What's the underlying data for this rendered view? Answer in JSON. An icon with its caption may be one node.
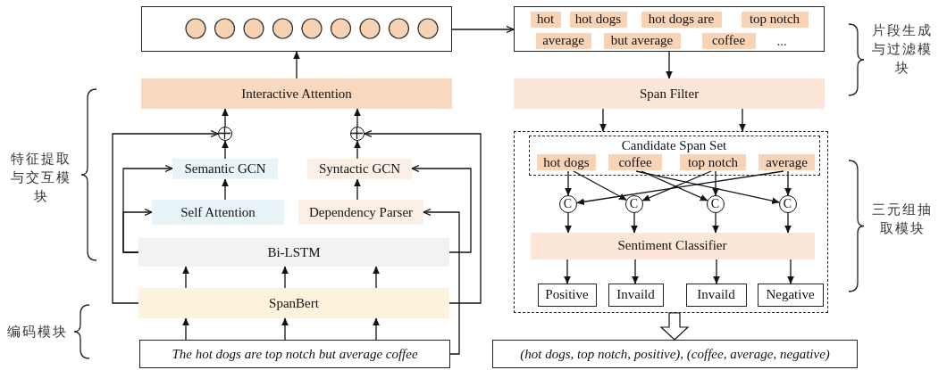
{
  "diagram": {
    "nodes": [
      {
        "text": [],
        "shape": "box"
      },
      {
        "text": [],
        "shape": "box"
      },
      {
        "text": [
          "hot"
        ],
        "in": 1
      },
      {
        "text": [
          "hot dogs"
        ],
        "in": 1
      },
      {
        "text": [
          "hot dogs are"
        ],
        "in": 1
      },
      {
        "text": [
          "top notch"
        ],
        "in": 1
      },
      {
        "text": [
          "average"
        ],
        "in": 1
      },
      {
        "text": [
          "but average"
        ],
        "in": 1
      },
      {
        "text": [
          "coffee"
        ],
        "in": 1
      },
      {
        "text": [
          "Interactive Attention"
        ]
      },
      {
        "text": [
          "Span Filter"
        ]
      },
      {
        "text": [],
        "shape": "circle"
      },
      {
        "text": [],
        "shape": "circle"
      },
      {
        "text": [
          "Semantic GCN"
        ]
      },
      {
        "text": [
          "Syntactic GCN"
        ]
      },
      {
        "text": [],
        "shape": "box"
      },
      {
        "text": [
          "Candidate Span Set"
        ],
        "in": 15
      },
      {
        "text": [
          "hot dogs"
        ],
        "in": 16
      },
      {
        "text": [
          "coffee"
        ],
        "in": 16
      },
      {
        "text": [
          "top notch"
        ],
        "in": 16
      },
      {
        "text": [
          "average"
        ],
        "in": 16
      },
      {
        "text": [
          "Self Attention"
        ]
      },
      {
        "text": [
          "Dependency Parser"
        ]
      },
      {
        "text": [
          "C"
        ],
        "in": 15
      },
      {
        "text": [
          "C"
        ],
        "in": 15
      },
      {
        "text": [
          "C"
        ],
        "in": 15
      },
      {
        "text": [
          "C"
        ],
        "in": 15
      },
      {
        "text": [
          "Bi-LSTM"
        ]
      },
      {
        "text": [
          "Sentiment Classifier"
        ],
        "in": 15
      },
      {
        "text": [
          "SpanBert"
        ]
      },
      {
        "text": [
          "Positive"
        ],
        "in": 15
      },
      {
        "text": [
          "Invaild"
        ],
        "in": 15
      },
      {
        "text": [
          "Invaild"
        ],
        "in": 15
      },
      {
        "text": [
          "Negative"
        ],
        "in": 15
      },
      {
        "text": [
          "The hot dogs are top notch but average coffee"
        ]
      },
      {
        "text": [
          "(hot dogs, top notch, positive), (coffee, average, negative)"
        ]
      }
    ],
    "edges": [
      {
        "from": 9,
        "to": 0,
        "arrow": "to"
      },
      {
        "from": 0,
        "to": 1,
        "arrow": "to"
      },
      {
        "from": 1,
        "to": 10,
        "arrow": "to"
      },
      {
        "from": 10,
        "to": 15,
        "arrow": "to"
      },
      {
        "from": 10,
        "to": 15,
        "arrow": "to"
      },
      {
        "from": 11,
        "to": 9,
        "arrow": "to"
      },
      {
        "from": 12,
        "to": 9,
        "arrow": "to"
      },
      {
        "from": 13,
        "to": 11,
        "arrow": "to"
      },
      {
        "from": 14,
        "to": 12,
        "arrow": "to"
      },
      {
        "from": 21,
        "to": 13,
        "arrow": "to"
      },
      {
        "from": 22,
        "to": 14,
        "arrow": "to"
      },
      {
        "from": 27,
        "to": 13,
        "arrow": "to"
      },
      {
        "from": 27,
        "to": 21,
        "arrow": "to"
      },
      {
        "from": 29,
        "to": 11,
        "arrow": "to"
      },
      {
        "from": 27,
        "to": 14,
        "arrow": "to"
      },
      {
        "from": 29,
        "to": 12,
        "arrow": "to"
      },
      {
        "from": 34,
        "to": 22,
        "arrow": "to"
      },
      {
        "from": 29,
        "to": 27,
        "arrow": "to"
      },
      {
        "from": 29,
        "to": 27,
        "arrow": "to"
      },
      {
        "from": 29,
        "to": 27,
        "arrow": "to"
      },
      {
        "from": 34,
        "to": 29,
        "arrow": "to"
      },
      {
        "from": 34,
        "to": 29,
        "arrow": "to"
      },
      {
        "from": 34,
        "to": 29,
        "arrow": "to"
      },
      {
        "from": 17,
        "to": 23,
        "arrow": "to"
      },
      {
        "from": 17,
        "to": 24,
        "arrow": "to"
      },
      {
        "from": 18,
        "to": 26,
        "arrow": "to"
      },
      {
        "from": 18,
        "to": 25,
        "arrow": "to"
      },
      {
        "from": 19,
        "to": 25,
        "arrow": "to"
      },
      {
        "from": 19,
        "to": 24,
        "arrow": "to"
      },
      {
        "from": 20,
        "to": 26,
        "arrow": "to"
      },
      {
        "from": 20,
        "to": 23,
        "arrow": "to"
      },
      {
        "from": 23,
        "to": 28,
        "arrow": "to"
      },
      {
        "from": 24,
        "to": 28,
        "arrow": "to"
      },
      {
        "from": 25,
        "to": 28,
        "arrow": "to"
      },
      {
        "from": 26,
        "to": 28,
        "arrow": "to"
      },
      {
        "from": 28,
        "to": 30,
        "arrow": "to"
      },
      {
        "from": 28,
        "to": 31,
        "arrow": "to"
      },
      {
        "from": 28,
        "to": 32,
        "arrow": "to"
      },
      {
        "from": 28,
        "to": 33,
        "arrow": "to"
      },
      {
        "from": 15,
        "to": 35,
        "arrow": "to"
      }
    ],
    "labels": [
      "...",
      "片段生成与过滤模块",
      "特征提取与交互模块",
      "三元组抽取模块",
      "编码模块"
    ]
  }
}
